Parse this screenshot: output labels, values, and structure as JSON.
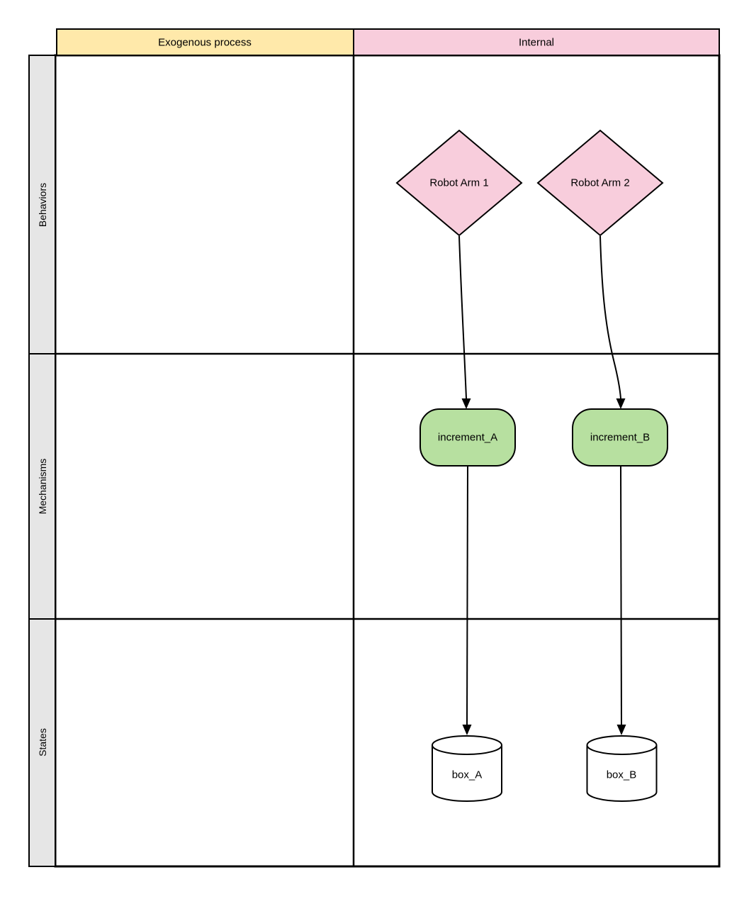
{
  "header": {
    "columns": [
      {
        "label": "Exogenous process",
        "fill": "#ffe9aa"
      },
      {
        "label": "Internal",
        "fill": "#f8cddc"
      }
    ]
  },
  "rows": [
    {
      "label": "Behaviors"
    },
    {
      "label": "Mechanisms"
    },
    {
      "label": "States"
    }
  ],
  "nodes": {
    "robot_arm_1": {
      "label": "Robot Arm 1",
      "shape": "diamond",
      "fill": "#f8cddc",
      "lane": "Internal",
      "row": "Behaviors"
    },
    "robot_arm_2": {
      "label": "Robot Arm 2",
      "shape": "diamond",
      "fill": "#f8cddc",
      "lane": "Internal",
      "row": "Behaviors"
    },
    "increment_a": {
      "label": "increment_A",
      "shape": "rounded-rectangle",
      "fill": "#b7e0a0",
      "lane": "Internal",
      "row": "Mechanisms"
    },
    "increment_b": {
      "label": "increment_B",
      "shape": "rounded-rectangle",
      "fill": "#b7e0a0",
      "lane": "Internal",
      "row": "Mechanisms"
    },
    "box_a": {
      "label": "box_A",
      "shape": "cylinder",
      "fill": "#ffffff",
      "lane": "Internal",
      "row": "States"
    },
    "box_b": {
      "label": "box_B",
      "shape": "cylinder",
      "fill": "#ffffff",
      "lane": "Internal",
      "row": "States"
    }
  },
  "edges": [
    {
      "from": "robot_arm_1",
      "to": "increment_a"
    },
    {
      "from": "robot_arm_2",
      "to": "increment_b"
    },
    {
      "from": "increment_a",
      "to": "box_a"
    },
    {
      "from": "increment_b",
      "to": "box_b"
    }
  ],
  "colors": {
    "row_label_bg": "#e6e6e6",
    "lane_bg": "#ffffff",
    "stroke": "#000000"
  }
}
